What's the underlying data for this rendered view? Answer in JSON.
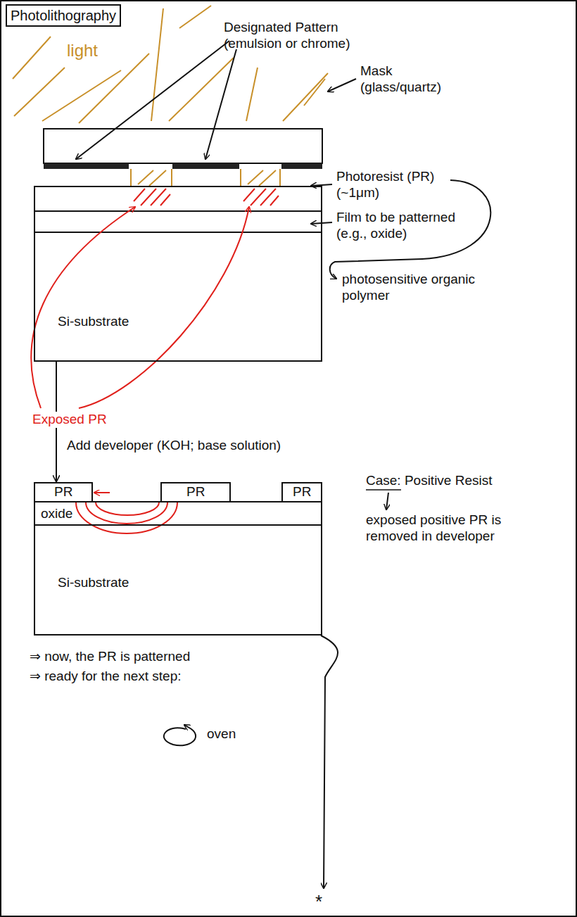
{
  "diagram": {
    "title": "Photolithography",
    "nodes": [
      {
        "text": [
          "Si-substrate"
        ]
      },
      {
        "text": [
          "PR"
        ]
      },
      {
        "text": [
          "PR"
        ]
      },
      {
        "text": [
          "PR"
        ]
      },
      {
        "text": [
          "oxide"
        ]
      },
      {
        "text": [
          "Si-substrate"
        ]
      }
    ],
    "edges": [
      {
        "from": 0,
        "to": 1,
        "arrow": "to",
        "label": "Add developer (KOH; base solution)"
      }
    ],
    "labels": [
      "light",
      "Designated Pattern (emulsion or chrome)",
      "Mask (glass/quartz)",
      "Photoresist (PR) (~1μm)",
      "Film to be patterned (e.g., oxide)",
      "photosensitive organic polymer",
      "Exposed PR",
      "Case: Positive Resist",
      "exposed positive PR is removed in developer",
      "⇒ now, the PR is patterned",
      "⇒ ready for the next step:",
      "oven",
      "*"
    ]
  }
}
